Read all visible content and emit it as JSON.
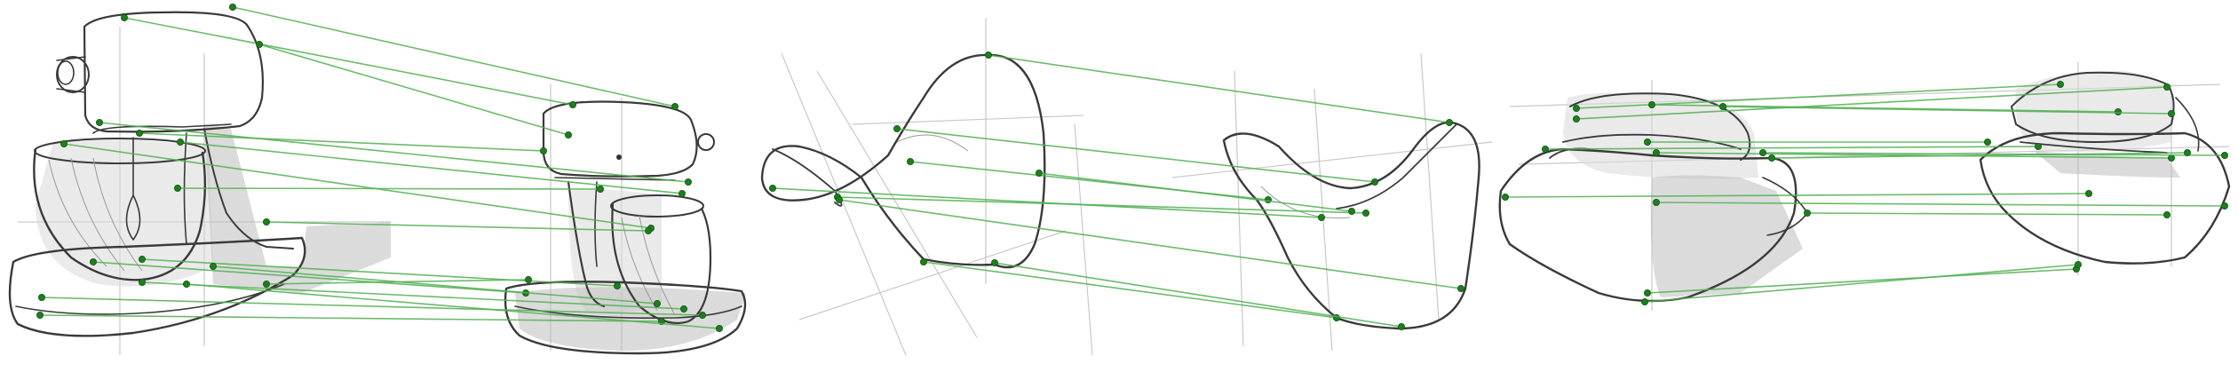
{
  "figure": {
    "panels": [
      {
        "id": "mixer",
        "subject": "stand-mixer-sketch"
      },
      {
        "id": "abstract",
        "subject": "abstract-surface-sketch"
      },
      {
        "id": "vehicle",
        "subject": "vehicle-sketch"
      }
    ],
    "colors": {
      "correspondence": "#52b052",
      "point": "#1f7d1f",
      "stroke": "#3a3a3a"
    }
  }
}
